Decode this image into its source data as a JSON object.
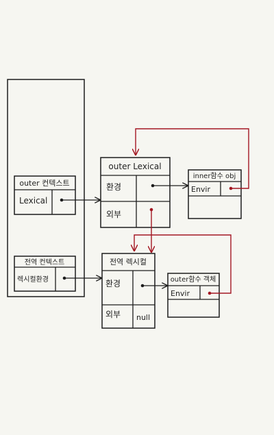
{
  "diagram": {
    "execution_context": {
      "outer_context_title": "outer 컨텍스트",
      "outer_context_env_label": "Lexical",
      "global_context_title": "전역 컨텍스트",
      "global_context_env_label": "렉시컬환경"
    },
    "outer_lexical": {
      "title": "outer Lexical",
      "env_label": "환경",
      "outer_label": "외부"
    },
    "global_lexical": {
      "title": "전역 렉시컬",
      "env_label": "환경",
      "outer_label": "외부",
      "outer_value": "null"
    },
    "inner_function_object": {
      "title": "inner함수 obj",
      "env_label": "Envir"
    },
    "outer_function_object": {
      "title": "outer함수 객체",
      "env_label": "Envir"
    },
    "colors": {
      "ink": "#1c1c1c",
      "reference_arrow": "#a31622",
      "background": "#f6f6f1"
    }
  }
}
